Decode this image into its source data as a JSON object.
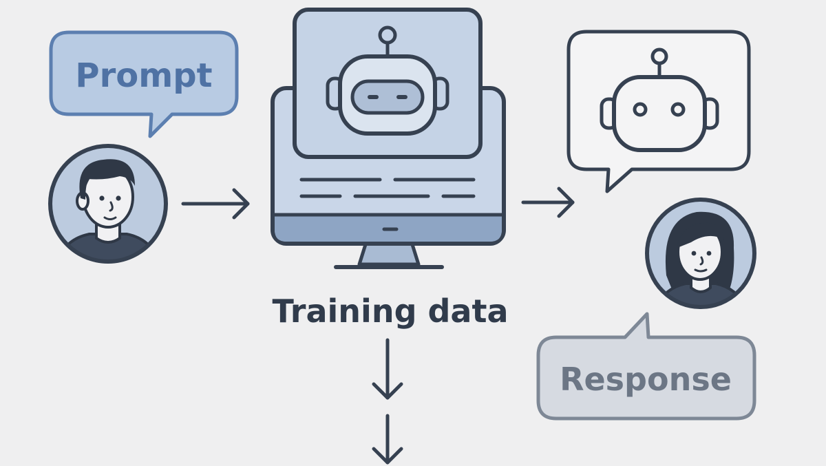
{
  "diagram": {
    "prompt_label": "Prompt",
    "training_label": "Training data",
    "response_label": "Response"
  },
  "colors": {
    "background": "#efeff0",
    "stroke": "#364151",
    "prompt_blue": "#5c7fb0",
    "prompt_fill": "#b8cbe3",
    "screen_fill": "#c5d3e6",
    "screen_fill_light": "#dbe4ef",
    "response_fill": "#d6dae1",
    "response_stroke": "#7e8896",
    "avatar_fill": "#bccbdf"
  },
  "icons": [
    "user-male-icon",
    "robot-icon",
    "computer-monitor-icon",
    "user-female-icon",
    "arrow-right-icon",
    "arrow-down-icon"
  ]
}
